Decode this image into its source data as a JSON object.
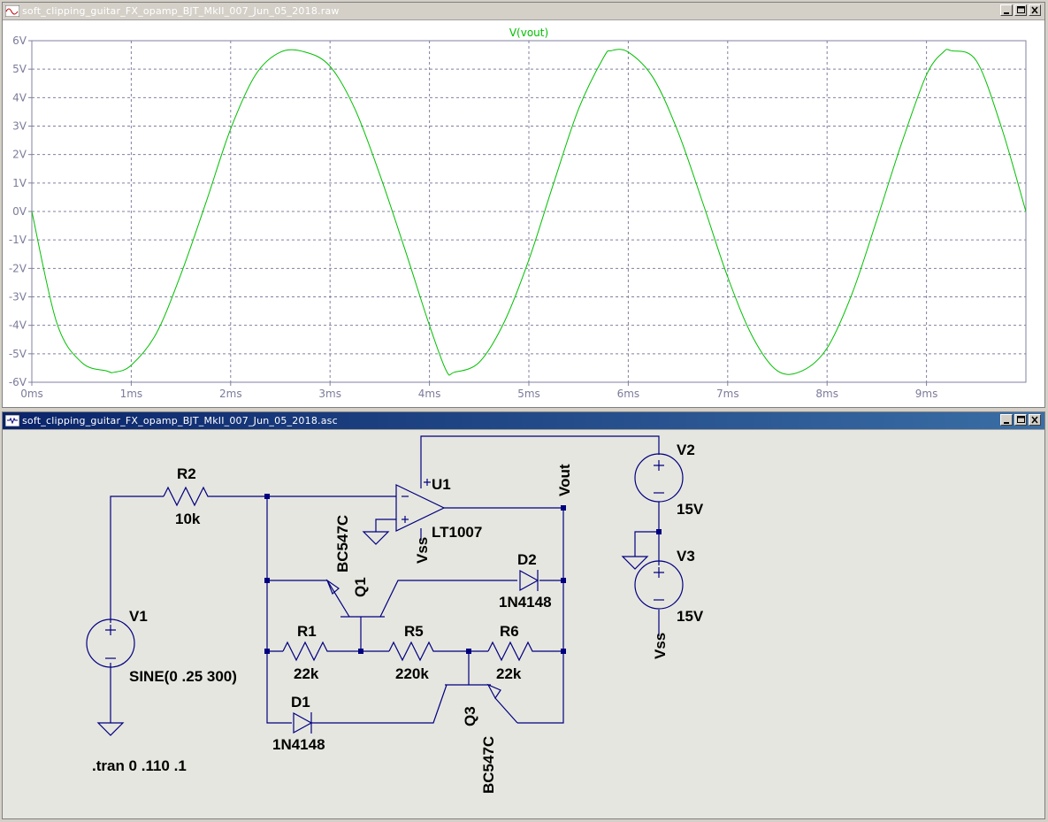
{
  "waveform_window": {
    "title": "soft_clipping_guitar_FX_opamp_BJT_MkII_007_Jun_05_2018.raw",
    "trace_label": "V(vout)",
    "trace_color": "#00c000",
    "grid_color": "#8080a0",
    "axis_color": "#7b7b9b"
  },
  "chart_data": {
    "type": "line",
    "title": "V(vout)",
    "xlabel": "",
    "ylabel": "",
    "x_ticks": [
      "0ms",
      "1ms",
      "2ms",
      "3ms",
      "4ms",
      "5ms",
      "6ms",
      "7ms",
      "8ms",
      "9ms"
    ],
    "y_ticks": [
      "6V",
      "5V",
      "4V",
      "3V",
      "2V",
      "1V",
      "0V",
      "-1V",
      "-2V",
      "-3V",
      "-4V",
      "-5V",
      "-6V"
    ],
    "xlim": [
      0,
      10
    ],
    "ylim": [
      -6,
      6
    ],
    "x_unit": "ms",
    "y_unit": "V",
    "grid": true,
    "series": [
      {
        "name": "V(vout)",
        "x": [
          0,
          0.25,
          0.5,
          0.75,
          0.83,
          1.0,
          1.25,
          1.5,
          1.75,
          2.0,
          2.25,
          2.5,
          2.75,
          3.0,
          3.25,
          3.5,
          3.75,
          4.0,
          4.17,
          4.25,
          4.5,
          4.75,
          5.0,
          5.25,
          5.5,
          5.75,
          5.83,
          6.0,
          6.25,
          6.5,
          6.75,
          7.0,
          7.25,
          7.5,
          7.75,
          8.0,
          8.25,
          8.5,
          8.75,
          9.0,
          9.17,
          9.25,
          9.5,
          9.75,
          10.0
        ],
        "values": [
          0,
          -3.9,
          -5.3,
          -5.6,
          -5.65,
          -5.4,
          -4.3,
          -2.2,
          0.3,
          2.9,
          4.8,
          5.6,
          5.6,
          5.1,
          3.6,
          1.3,
          -1.3,
          -4.0,
          -5.6,
          -5.65,
          -5.3,
          -3.9,
          -1.7,
          1.0,
          3.6,
          5.4,
          5.65,
          5.6,
          4.7,
          2.8,
          0.3,
          -2.3,
          -4.4,
          -5.6,
          -5.6,
          -4.8,
          -2.9,
          -0.3,
          2.4,
          4.8,
          5.6,
          5.65,
          5.3,
          3.0,
          0
        ]
      }
    ]
  },
  "schematic_window": {
    "title": "soft_clipping_guitar_FX_opamp_BJT_MkII_007_Jun_05_2018.asc",
    "labels": {
      "r2": "R2",
      "r2_val": "10k",
      "u1": "U1",
      "u1_model": "LT1007",
      "vout": "Vout",
      "vss_u1": "Vss",
      "q1_model": "BC547C",
      "q1": "Q1",
      "d2": "D2",
      "d2_model": "1N4148",
      "r1": "R1",
      "r1_val": "22k",
      "r5": "R5",
      "r5_val": "220k",
      "r6": "R6",
      "r6_val": "22k",
      "d1": "D1",
      "d1_model": "1N4148",
      "q3": "Q3",
      "q3_model": "BC547C",
      "v1": "V1",
      "v1_val": "SINE(0 .25 300)",
      "v2": "V2",
      "v2_val": "15V",
      "v3": "V3",
      "v3_val": "15V",
      "vss_v3": "Vss",
      "directive": ".tran 0 .110 .1",
      "plus": "+",
      "minus": "−"
    }
  }
}
